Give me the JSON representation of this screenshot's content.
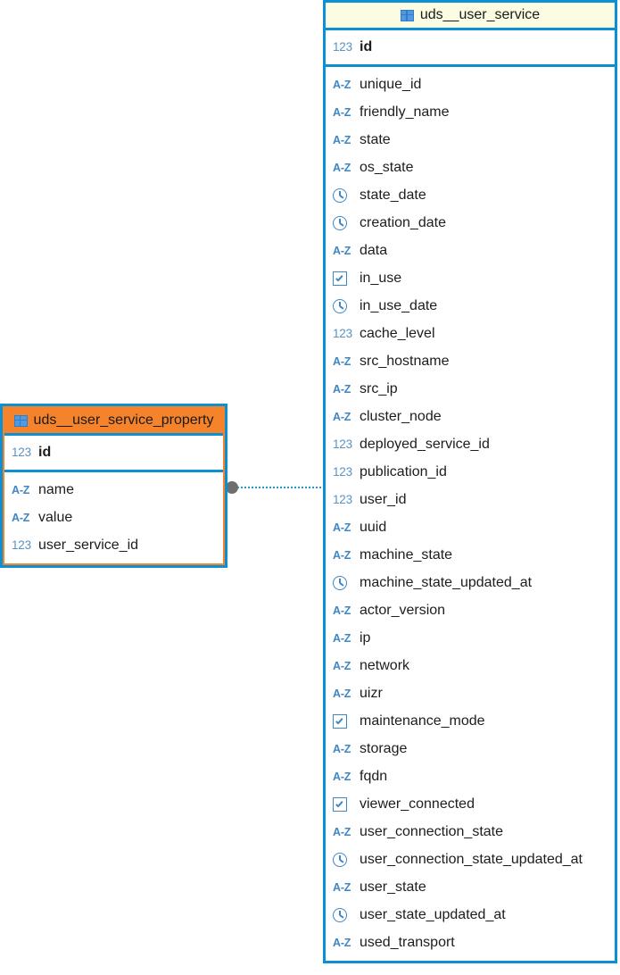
{
  "diagram": {
    "type": "er-diagram",
    "background": "#ffffff",
    "colors": {
      "border": "#0b90d3",
      "header_primary": "#fcfce3",
      "header_selected": "#f5832c",
      "selection_outline": "#f5832c",
      "icon_blue": "#3f86c4",
      "relation_dot": "#6e6e6e",
      "relation_line": "#1f9ad6"
    }
  },
  "tables": [
    {
      "id": "uds_user_service_property",
      "name": "uds__user_service_property",
      "icon": "table-grid-icon",
      "header_style": "orange",
      "selected": true,
      "primary_keys": [
        {
          "name": "id",
          "type_icon": "123",
          "type": "number"
        }
      ],
      "fields": [
        {
          "name": "name",
          "type_icon": "A-Z",
          "type": "string"
        },
        {
          "name": "value",
          "type_icon": "A-Z",
          "type": "string"
        },
        {
          "name": "user_service_id",
          "type_icon": "123",
          "type": "number"
        }
      ]
    },
    {
      "id": "uds_user_service",
      "name": "uds__user_service",
      "icon": "table-grid-icon",
      "header_style": "yellow",
      "selected": false,
      "primary_keys": [
        {
          "name": "id",
          "type_icon": "123",
          "type": "number"
        }
      ],
      "fields": [
        {
          "name": "unique_id",
          "type_icon": "A-Z",
          "type": "string"
        },
        {
          "name": "friendly_name",
          "type_icon": "A-Z",
          "type": "string"
        },
        {
          "name": "state",
          "type_icon": "A-Z",
          "type": "string"
        },
        {
          "name": "os_state",
          "type_icon": "A-Z",
          "type": "string"
        },
        {
          "name": "state_date",
          "type_icon": "clock",
          "type": "datetime"
        },
        {
          "name": "creation_date",
          "type_icon": "clock",
          "type": "datetime"
        },
        {
          "name": "data",
          "type_icon": "A-Z",
          "type": "string"
        },
        {
          "name": "in_use",
          "type_icon": "checkbox",
          "type": "boolean"
        },
        {
          "name": "in_use_date",
          "type_icon": "clock",
          "type": "datetime"
        },
        {
          "name": "cache_level",
          "type_icon": "123",
          "type": "number"
        },
        {
          "name": "src_hostname",
          "type_icon": "A-Z",
          "type": "string"
        },
        {
          "name": "src_ip",
          "type_icon": "A-Z",
          "type": "string"
        },
        {
          "name": "cluster_node",
          "type_icon": "A-Z",
          "type": "string"
        },
        {
          "name": "deployed_service_id",
          "type_icon": "123",
          "type": "number"
        },
        {
          "name": "publication_id",
          "type_icon": "123",
          "type": "number"
        },
        {
          "name": "user_id",
          "type_icon": "123",
          "type": "number"
        },
        {
          "name": "uuid",
          "type_icon": "A-Z",
          "type": "string"
        },
        {
          "name": "machine_state",
          "type_icon": "A-Z",
          "type": "string"
        },
        {
          "name": "machine_state_updated_at",
          "type_icon": "clock",
          "type": "datetime"
        },
        {
          "name": "actor_version",
          "type_icon": "A-Z",
          "type": "string"
        },
        {
          "name": "ip",
          "type_icon": "A-Z",
          "type": "string"
        },
        {
          "name": "network",
          "type_icon": "A-Z",
          "type": "string"
        },
        {
          "name": "uizr",
          "type_icon": "A-Z",
          "type": "string"
        },
        {
          "name": "maintenance_mode",
          "type_icon": "checkbox",
          "type": "boolean"
        },
        {
          "name": "storage",
          "type_icon": "A-Z",
          "type": "string"
        },
        {
          "name": "fqdn",
          "type_icon": "A-Z",
          "type": "string"
        },
        {
          "name": "viewer_connected",
          "type_icon": "checkbox",
          "type": "boolean"
        },
        {
          "name": "user_connection_state",
          "type_icon": "A-Z",
          "type": "string"
        },
        {
          "name": "user_connection_state_updated_at",
          "type_icon": "clock",
          "type": "datetime"
        },
        {
          "name": "user_state",
          "type_icon": "A-Z",
          "type": "string"
        },
        {
          "name": "user_state_updated_at",
          "type_icon": "clock",
          "type": "datetime"
        },
        {
          "name": "used_transport",
          "type_icon": "A-Z",
          "type": "string"
        }
      ]
    }
  ],
  "relationships": [
    {
      "from_table": "uds_user_service_property",
      "from_field": "user_service_id",
      "to_table": "uds_user_service",
      "to_field": "id",
      "style": "dotted"
    }
  ]
}
